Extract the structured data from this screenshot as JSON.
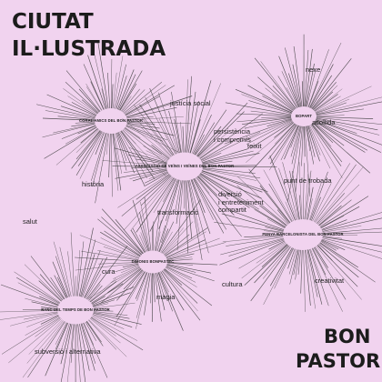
{
  "title": {
    "line1": "CIUTAT",
    "line2": "IL·LUSTRADA"
  },
  "place": {
    "line1": "BON",
    "line2": "PASTOR"
  },
  "colors": {
    "background": "#f1d3ef",
    "ink": "#1c1c1c",
    "rays": "#3a3a3a"
  },
  "organizations": [
    {
      "id": "coral",
      "label": "CORAL\nAMICS\nDEL BON\nPASTOR"
    },
    {
      "id": "associacio",
      "label": "ASSOCIACIÓ\nDE VEÏNS I VEÏNES\nDEL BON PASTOR"
    },
    {
      "id": "bopart",
      "label": "BOPART"
    },
    {
      "id": "penya",
      "label": "PENYA BARCELONISTA\nDEL BON PASTOR"
    },
    {
      "id": "dimonis",
      "label": "DIMONIS\nBONPASTEC"
    },
    {
      "id": "banc",
      "label": "BANC DEL TEMPS\nDE BON\nPASTOR"
    }
  ],
  "keywords": [
    {
      "id": "justicia",
      "label": "justícia social"
    },
    {
      "id": "nexe",
      "label": "nexe"
    },
    {
      "id": "persistencia",
      "label": "persistència\ni compromís"
    },
    {
      "id": "acollida",
      "label": "acollida"
    },
    {
      "id": "teixit",
      "label": "teixit"
    },
    {
      "id": "historia",
      "label": "història"
    },
    {
      "id": "punt",
      "label": "punt de trobada"
    },
    {
      "id": "divers",
      "label": "diversió\ni entreteniment\ncompartit"
    },
    {
      "id": "transformacio",
      "label": "transformació"
    },
    {
      "id": "salut",
      "label": "salut"
    },
    {
      "id": "cura",
      "label": "cura"
    },
    {
      "id": "creativitat",
      "label": "creativitat"
    },
    {
      "id": "cultura",
      "label": "cultura"
    },
    {
      "id": "magia",
      "label": "màgia"
    },
    {
      "id": "subversio",
      "label": "subversió i alternativa"
    }
  ]
}
